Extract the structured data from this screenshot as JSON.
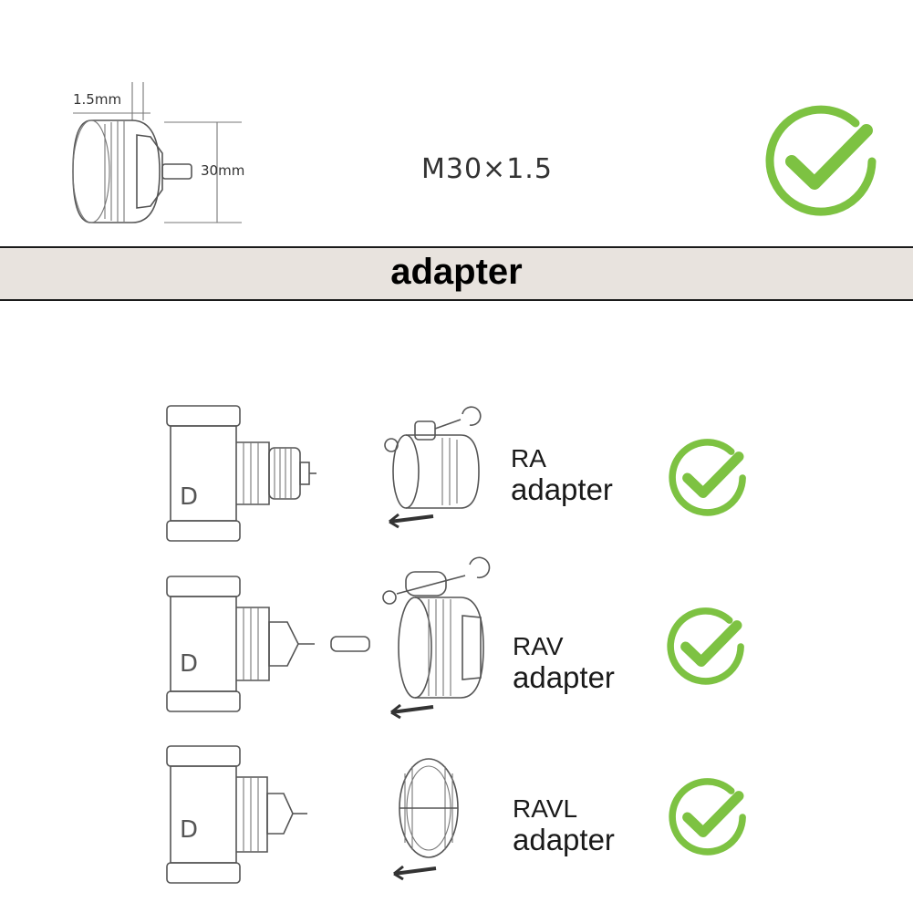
{
  "top": {
    "dim_thickness": "1.5mm",
    "dim_diameter": "30mm",
    "spec": "M30×1.5"
  },
  "banner": {
    "title": "adapter"
  },
  "adapters": [
    {
      "line1": "RA",
      "line2": "adapter"
    },
    {
      "line1": "RAV",
      "line2": "adapter"
    },
    {
      "line1": "RAVL",
      "line2": "adapter"
    }
  ],
  "colors": {
    "check_green": "#7dc242",
    "banner_bg": "#e8e3de",
    "line": "#555555"
  },
  "icons": [
    "check-circle-icon",
    "radiator-valve-drawing",
    "adapter-ring-drawing",
    "arrow-left-icon",
    "rotate-arrow-icon"
  ]
}
